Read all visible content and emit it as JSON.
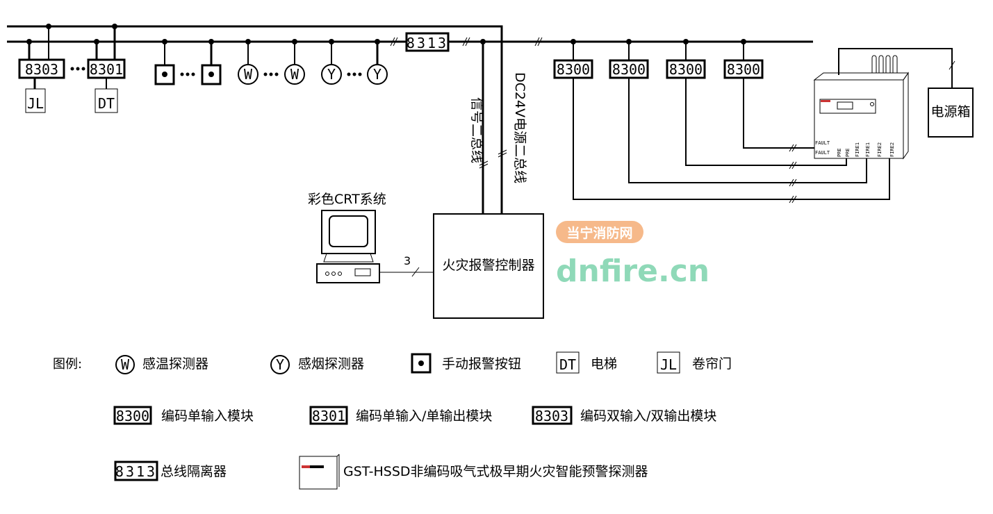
{
  "modules": {
    "m8303": "8303",
    "m8301": "8301",
    "m8313": "8313",
    "m8300": [
      "8300",
      "8300",
      "8300",
      "8300"
    ]
  },
  "devices": {
    "jl": "JL",
    "dt": "DT",
    "w": "W",
    "y": "Y"
  },
  "labels": {
    "signal_bus": "信号二总线",
    "power_bus": "DC24V电源二总线",
    "crt_title": "彩色CRT系统",
    "controller": "火灾报警控制器",
    "power_box": "电源箱",
    "crt_line_count": "3"
  },
  "ports": {
    "fault1": "FAULT",
    "fault2": "FAULT",
    "pre1": "PRE",
    "pre2": "PRE",
    "fire1a": "FIRE1",
    "fire1b": "FIRE1",
    "fire2a": "FIRE2",
    "fire2b": "FIRE2"
  },
  "legend": {
    "title": "图例:",
    "heat": "感温探测器",
    "smoke": "感烟探测器",
    "manual": "手动报警按钮",
    "elevator": "电梯",
    "shutter": "卷帘门",
    "m8300": "编码单输入模块",
    "m8301": "编码单输入/单输出模块",
    "m8303": "编码双输入/双输出模块",
    "m8313": "总线隔离器",
    "hssd": "GST-HSSD非编码吸气式极早期火灾智能预警探测器"
  },
  "watermark": {
    "cn": "当宁消防网",
    "en": "dnfire.cn"
  }
}
